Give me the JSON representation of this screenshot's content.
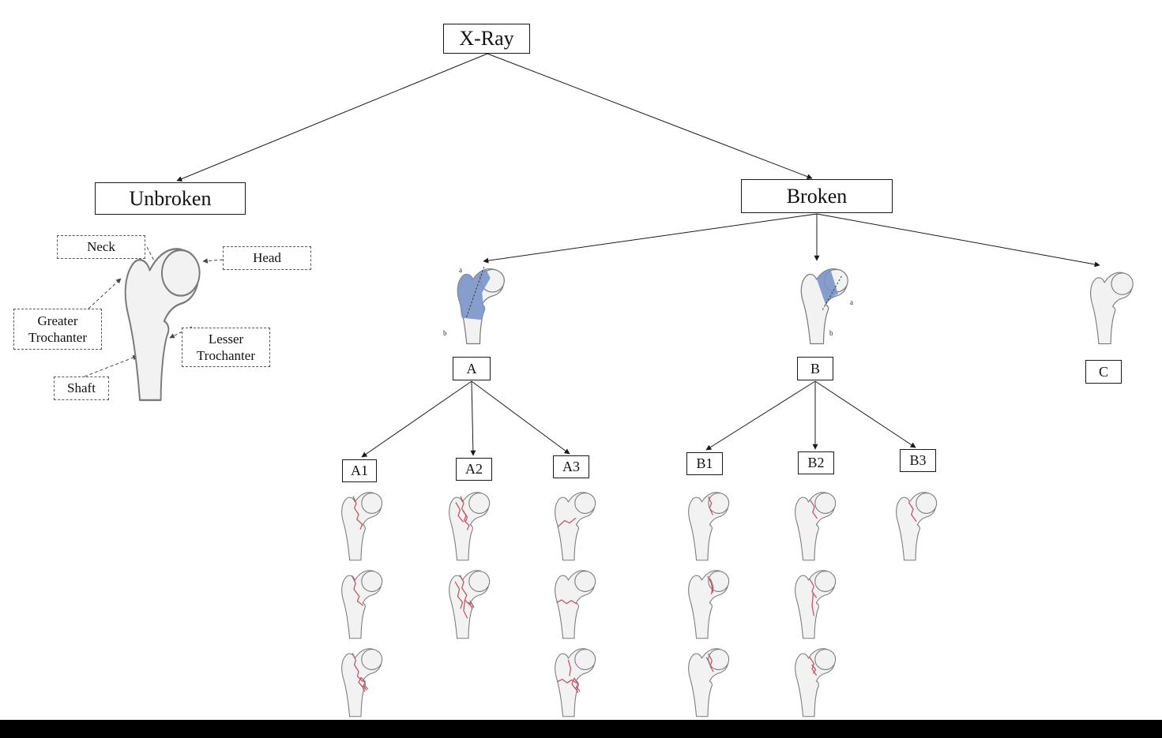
{
  "figure": {
    "root_label": "X-Ray",
    "unbroken_label": "Unbroken",
    "broken_label": "Broken"
  },
  "anatomy": {
    "neck": "Neck",
    "head": "Head",
    "greater_trochanter": "Greater Trochanter",
    "lesser_trochanter": "Lesser Trochanter",
    "shaft": "Shaft"
  },
  "types": {
    "A": {
      "label": "A",
      "ann_a": "a",
      "ann_b": "b"
    },
    "B": {
      "label": "B",
      "ann_a": "a",
      "ann_b": "b"
    },
    "C": {
      "label": "C"
    }
  },
  "subtypes": [
    {
      "id": "A1",
      "label": "A1",
      "parent": "A",
      "image_count": 3
    },
    {
      "id": "A2",
      "label": "A2",
      "parent": "A",
      "image_count": 2
    },
    {
      "id": "A3",
      "label": "A3",
      "parent": "A",
      "image_count": 3
    },
    {
      "id": "B1",
      "label": "B1",
      "parent": "B",
      "image_count": 3
    },
    {
      "id": "B2",
      "label": "B2",
      "parent": "B",
      "image_count": 3
    },
    {
      "id": "B3",
      "label": "B3",
      "parent": "B",
      "image_count": 1
    }
  ],
  "colors": {
    "highlight_blue": "#7b93c8",
    "head_blue": "#6f8ec9",
    "head_tint": "#dcebe9",
    "fracture_red": "#c2566b",
    "bone_fill": "#f2f2f3",
    "bone_stroke": "#7a7a7a"
  }
}
